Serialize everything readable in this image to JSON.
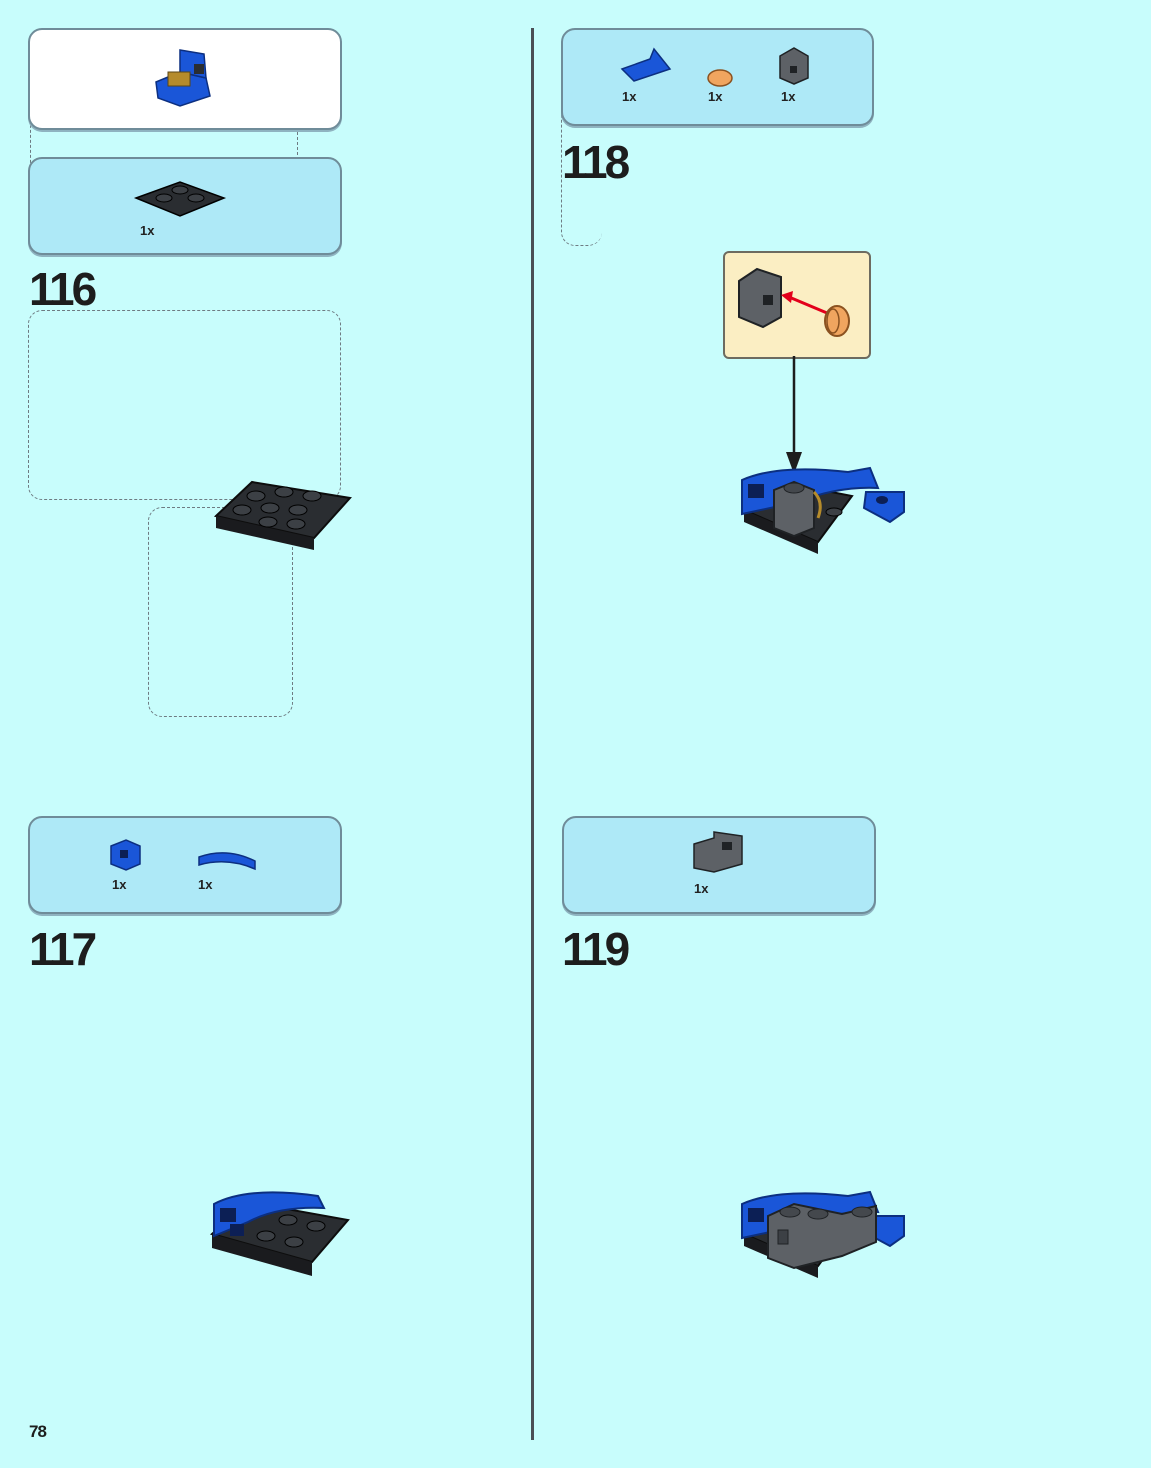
{
  "page": {
    "number": "78"
  },
  "colors": {
    "background": "#c8fdfc",
    "parts_box": "#aee9f7",
    "callout": "#fbeec3",
    "brick_blue": "#1a56d8",
    "brick_black": "#2a2d31",
    "brick_dark_gray": "#5d6166",
    "brick_orange": "#f0a55f",
    "arrow_red": "#e3001b"
  },
  "steps": [
    {
      "number": "116",
      "parts": [
        {
          "qty": "1x"
        }
      ]
    },
    {
      "number": "117",
      "parts": [
        {
          "qty": "1x"
        },
        {
          "qty": "1x"
        }
      ]
    },
    {
      "number": "118",
      "parts": [
        {
          "qty": "1x"
        },
        {
          "qty": "1x"
        },
        {
          "qty": "1x"
        }
      ]
    },
    {
      "number": "119",
      "parts": [
        {
          "qty": "1x"
        }
      ]
    }
  ]
}
